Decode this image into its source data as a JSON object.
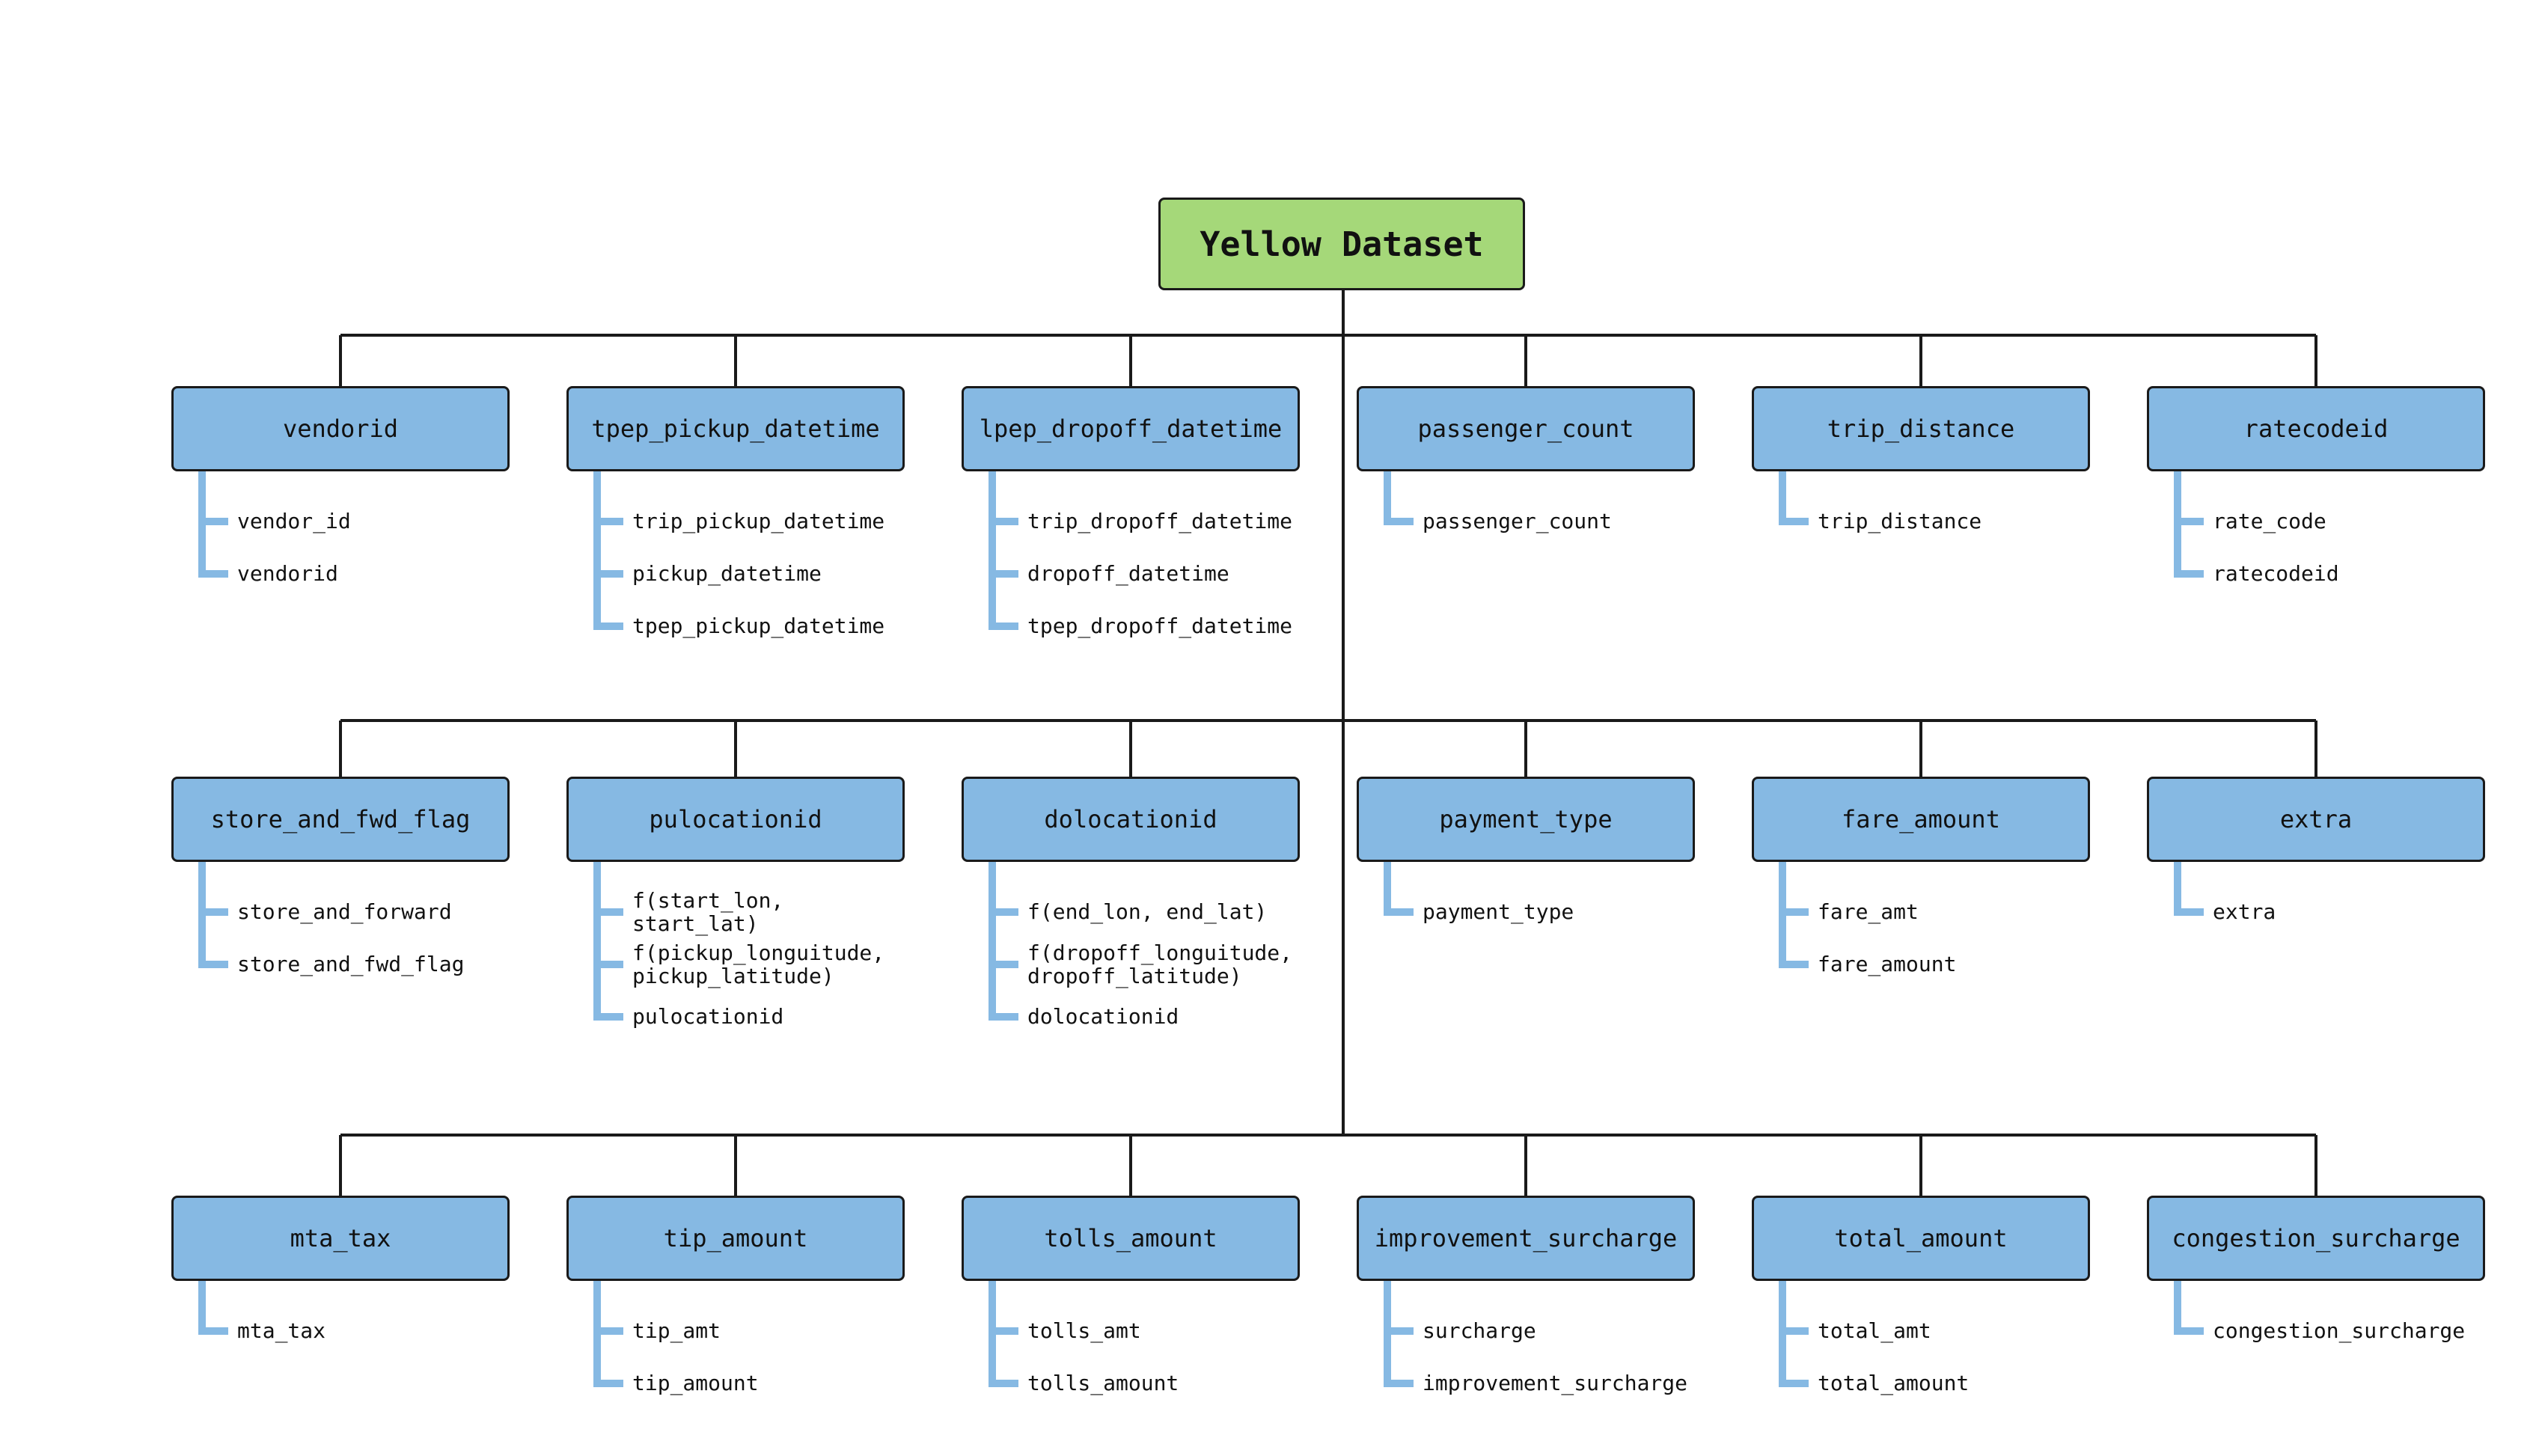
{
  "root": {
    "label": "Yellow Dataset"
  },
  "rows": [
    [
      {
        "label": "vendorid",
        "aliases": [
          "vendor_id",
          "vendorid"
        ]
      },
      {
        "label": "tpep_pickup_datetime",
        "aliases": [
          "trip_pickup_datetime",
          "pickup_datetime",
          "tpep_pickup_datetime"
        ]
      },
      {
        "label": "lpep_dropoff_datetime",
        "aliases": [
          "trip_dropoff_datetime",
          "dropoff_datetime",
          "tpep_dropoff_datetime"
        ]
      },
      {
        "label": "passenger_count",
        "aliases": [
          "passenger_count"
        ]
      },
      {
        "label": "trip_distance",
        "aliases": [
          "trip_distance"
        ]
      },
      {
        "label": "ratecodeid",
        "aliases": [
          "rate_code",
          "ratecodeid"
        ]
      }
    ],
    [
      {
        "label": "store_and_fwd_flag",
        "aliases": [
          "store_and_forward",
          "store_and_fwd_flag"
        ]
      },
      {
        "label": "pulocationid",
        "aliases": [
          "f(start_lon,\nstart_lat)",
          "f(pickup_longuitude,\npickup_latitude)",
          "pulocationid"
        ]
      },
      {
        "label": "dolocationid",
        "aliases": [
          "f(end_lon, end_lat)",
          "f(dropoff_longuitude,\ndropoff_latitude)",
          "dolocationid"
        ]
      },
      {
        "label": "payment_type",
        "aliases": [
          "payment_type"
        ]
      },
      {
        "label": "fare_amount",
        "aliases": [
          "fare_amt",
          "fare_amount"
        ]
      },
      {
        "label": "extra",
        "aliases": [
          "extra"
        ]
      }
    ],
    [
      {
        "label": "mta_tax",
        "aliases": [
          "mta_tax"
        ]
      },
      {
        "label": "tip_amount",
        "aliases": [
          "tip_amt",
          "tip_amount"
        ]
      },
      {
        "label": "tolls_amount",
        "aliases": [
          "tolls_amt",
          "tolls_amount"
        ]
      },
      {
        "label": "improvement_surcharge",
        "aliases": [
          "surcharge",
          "improvement_surcharge"
        ]
      },
      {
        "label": "total_amount",
        "aliases": [
          "total_amt",
          "total_amount"
        ]
      },
      {
        "label": "congestion_surcharge",
        "aliases": [
          "congestion_surcharge"
        ]
      }
    ]
  ],
  "colors": {
    "root_fill": "#a5d879",
    "node_fill": "#86b9e3",
    "bracket": "#86b9e3",
    "line": "#1a1a1a"
  }
}
